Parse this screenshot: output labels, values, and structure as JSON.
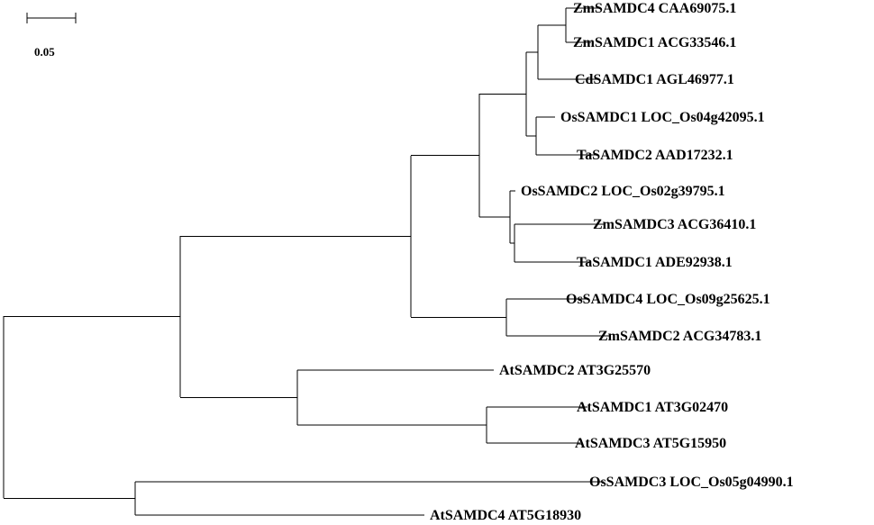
{
  "scale_bar": {
    "label": "0.05",
    "length": 0.05
  },
  "tree": {
    "leaves": [
      {
        "name": "ZmSAMDC4 CAA69075.1"
      },
      {
        "name": "ZmSAMDC1 ACG33546.1"
      },
      {
        "name": "CdSAMDC1 AGL46977.1"
      },
      {
        "name": "OsSAMDC1 LOC_Os04g42095.1"
      },
      {
        "name": "TaSAMDC2 AAD17232.1"
      },
      {
        "name": "OsSAMDC2 LOC_Os02g39795.1"
      },
      {
        "name": "ZmSAMDC3 ACG36410.1"
      },
      {
        "name": "TaSAMDC1 ADE92938.1"
      },
      {
        "name": "OsSAMDC4 LOC_Os09g25625.1"
      },
      {
        "name": "ZmSAMDC2 ACG34783.1"
      },
      {
        "name": "AtSAMDC2 AT3G25570"
      },
      {
        "name": "AtSAMDC1 AT3G02470"
      },
      {
        "name": "AtSAMDC3 AT5G15950"
      },
      {
        "name": "OsSAMDC3 LOC_Os05g04990.1"
      },
      {
        "name": "AtSAMDC4 AT5G18930"
      }
    ]
  }
}
